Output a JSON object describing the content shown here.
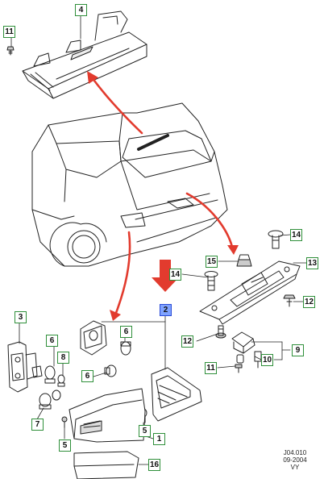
{
  "callouts": {
    "c4": "4",
    "c11": "11",
    "c14a": "14",
    "c15": "15",
    "c13": "13",
    "c14b": "14",
    "c12a": "12",
    "c2": "2",
    "c3": "3",
    "c6a": "6",
    "c6b": "6",
    "c8": "8",
    "c6c": "6",
    "c12b": "12",
    "c9": "9",
    "c10": "10",
    "c11b": "11",
    "c7": "7",
    "c5a": "5",
    "c5b": "5",
    "c1": "1",
    "c16": "16"
  },
  "footer": {
    "line1": "J04.010",
    "line2": "09-2004",
    "line3": "VY"
  },
  "colors": {
    "arrow_red": "#e23b2e",
    "callout_green": "#2f8f3a",
    "callout_blue": "#7fa3ff",
    "line": "#222222"
  }
}
